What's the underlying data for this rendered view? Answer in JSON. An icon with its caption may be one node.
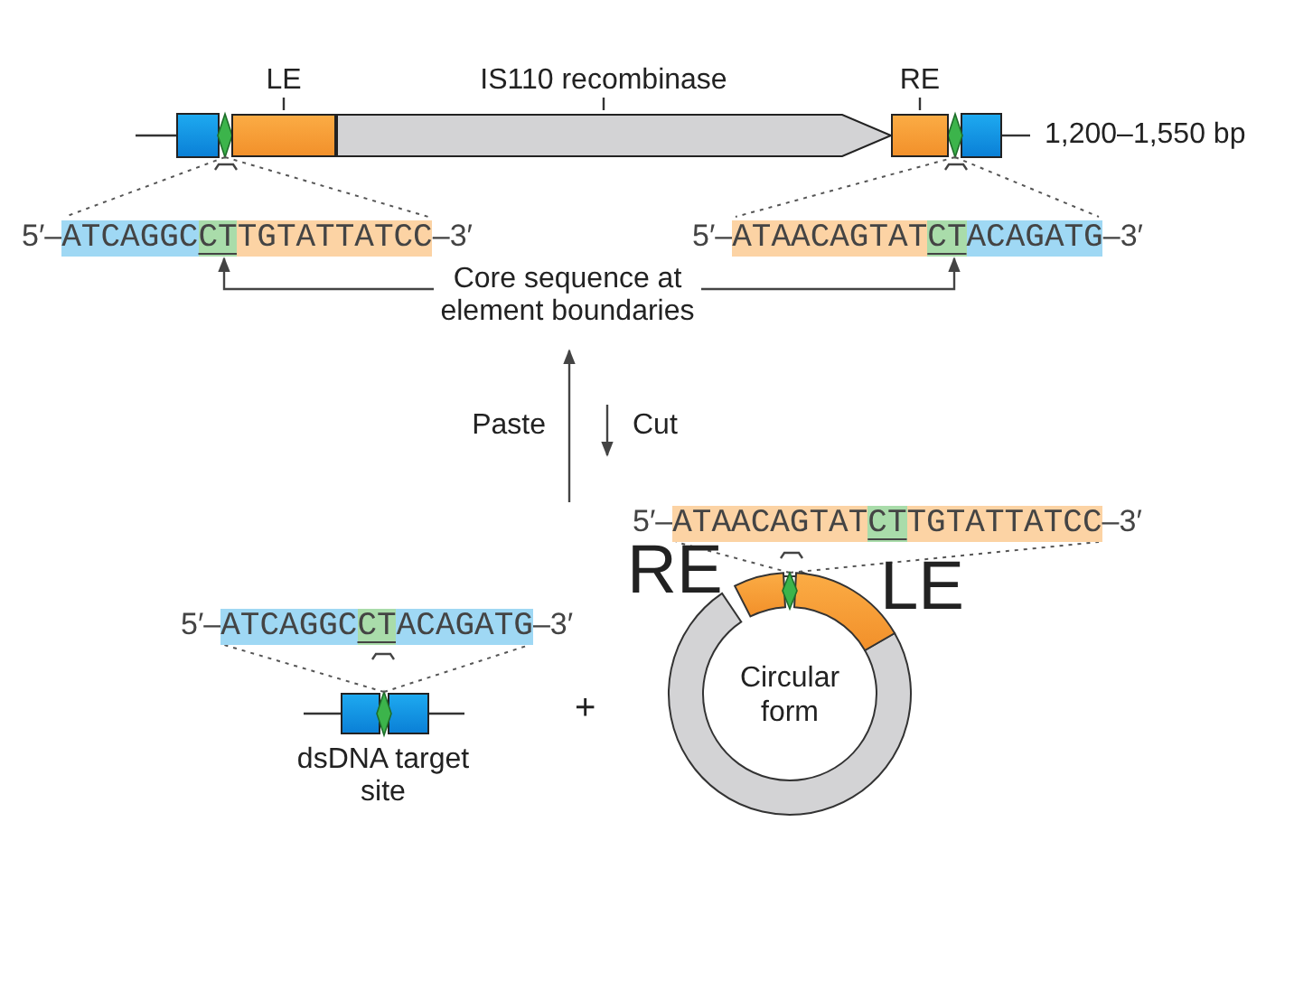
{
  "diagram": {
    "nodes": [
      {
        "text": [
          "LE"
        ]
      },
      {
        "text": [
          "IS110 recombinase"
        ]
      },
      {
        "text": [
          "RE"
        ]
      },
      {
        "text": [
          "Core sequence at element boundaries"
        ]
      },
      {
        "text": [
          "Circular form"
        ]
      },
      {
        "text": [
          "5′–ATCAGGCCTTGTATTATCC–3′"
        ]
      },
      {
        "text": [
          "5′–ATAACAGTATCTACAGATG–3′"
        ]
      },
      {
        "text": [
          "5′–ATAACAGTATCTTGTATTATCC–3′"
        ]
      },
      {
        "text": [
          "5′–ATCAGGCCTACAGATG–3′"
        ]
      },
      {
        "text": [],
        "shape": "diamond"
      },
      {
        "text": [],
        "shape": "diamond"
      },
      {
        "text": [],
        "shape": "diamond",
        "in": 4
      },
      {
        "text": [],
        "shape": "diamond"
      }
    ],
    "edges": [
      {
        "from": 3,
        "to": 5,
        "arrow": "to"
      },
      {
        "from": 3,
        "to": 6,
        "arrow": "to"
      },
      {
        "from": 9,
        "to": 5,
        "arrow": "none",
        "style": "dashed"
      },
      {
        "from": 9,
        "to": 5,
        "arrow": "none",
        "style": "dashed"
      },
      {
        "from": 10,
        "to": 6,
        "arrow": "none",
        "style": "dashed"
      },
      {
        "from": 10,
        "to": 6,
        "arrow": "none",
        "style": "dashed"
      },
      {
        "from": 11,
        "to": 7,
        "arrow": "none",
        "style": "dashed"
      },
      {
        "from": 11,
        "to": 7,
        "arrow": "none",
        "style": "dashed"
      },
      {
        "from": 12,
        "to": 8,
        "arrow": "none",
        "style": "dashed"
      },
      {
        "from": 12,
        "to": 8,
        "arrow": "none",
        "style": "dashed"
      }
    ],
    "labels": [
      "1,200–1,550 bp",
      "Paste",
      "Cut",
      "RE",
      "LE",
      "+",
      "dsDNA target site"
    ]
  }
}
